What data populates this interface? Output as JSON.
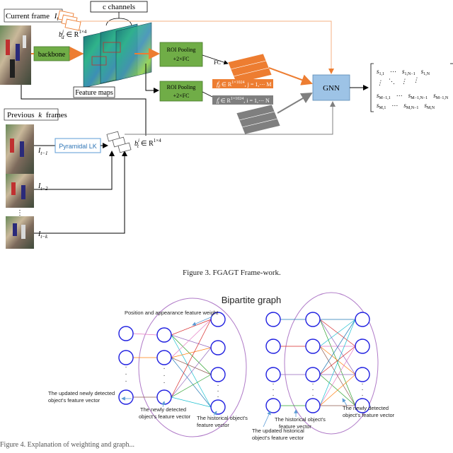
{
  "framework": {
    "current_frame_label": "Current frame",
    "current_frame_sub": "I",
    "current_frame_idx": "t",
    "c_channels_label": "c channels",
    "bd_label": "b",
    "bd_sup": "j",
    "bd_sub": "d",
    "bd_space": "∈ R",
    "bd_dim": "1×4",
    "backbone_label": "backbone",
    "feature_maps_label": "Feature maps",
    "roi1_line1": "ROI Pooling",
    "roi1_line2": "+2×FC",
    "roi2_line1": "ROI Pooling",
    "roi2_line2": "+2×FC",
    "fc1_label": "FC",
    "fc2_label": "FC",
    "fd_label": "f",
    "fd_sup": "j",
    "fd_sub": "d",
    "fd_rest": "∈ R",
    "fd_dim": "1×1024",
    "fd_range": ", j = 1,⋯ M",
    "ft_label": "f",
    "ft_sup": "i",
    "ft_sub": "t",
    "ft_rest": "∈ R",
    "ft_dim": "1×1024",
    "ft_range": ", i = 1,⋯ N",
    "gnn_label": "GNN",
    "previous_frames_label": "Previous",
    "previous_k": "k",
    "previous_frames_tail": "frames",
    "pyramidal_label": "Pyramidal LK",
    "bt_label": "b",
    "bt_sup": "i",
    "bt_sub": "t",
    "bt_space": "∈ R",
    "bt_dim": "1×4",
    "frame_labels": [
      {
        "base": "I",
        "sub": "t−1"
      },
      {
        "base": "I",
        "sub": "t−2"
      },
      {
        "base": "I",
        "sub": "t−k"
      }
    ],
    "ellipsis_dots": "⋮",
    "matrix": {
      "rows": [
        [
          "s",
          "1,1",
          "⋯",
          "s",
          "1,N−1",
          "s",
          "1,N"
        ],
        [
          "⋮",
          "",
          "⋱",
          "⋮",
          "",
          "⋮",
          ""
        ],
        [
          "s",
          "M−1,1",
          "⋯",
          "s",
          "M−1,N−1",
          "s",
          "M−1,N"
        ],
        [
          "s",
          "M,1",
          "⋯",
          "s",
          "M,N−1",
          "s",
          "M,N"
        ]
      ]
    }
  },
  "figure3_caption": "Figure 3. FGAGT Frame-work.",
  "graph": {
    "title": "Bipartite graph",
    "weight_label": "Position and appearance feature weight",
    "left_updated_label_1": "The updated newly detected",
    "left_updated_label_2": "object's feature vector",
    "left_new_label_1": "The newly detected",
    "left_new_label_2": "object's feature vector",
    "left_hist_label_1": "The historical object's",
    "left_hist_label_2": "feature vector",
    "right_hist_label_1": "The historical object's",
    "right_hist_label_2": "feature vector",
    "right_new_label_1": "The newly detected",
    "right_new_label_2": "object's feature vector",
    "right_updated_label_1": "The updated historical",
    "right_updated_label_2": "object's feature vector",
    "dots": "·"
  },
  "figure4_caption": "Figure 4. Explanation of weighting and graph...",
  "colors": {
    "orange": "#ED7D31",
    "green_box": "#70AD47",
    "gray": "#7F7F7F",
    "gnn_blue": "#9DC3E6",
    "node_blue": "#1F1FE0",
    "ellipse": "#B07BC8",
    "pyramidal_border": "#5B9BD5"
  }
}
